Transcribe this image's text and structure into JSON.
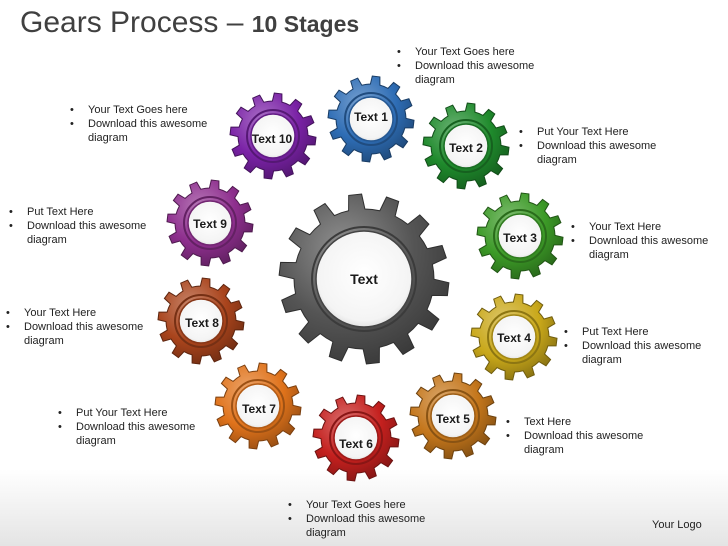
{
  "slide": {
    "title": "Gears Process – ",
    "title_emphasis": "10 Stages",
    "logo": "Your Logo"
  },
  "center_gear": {
    "label": "Text",
    "color": "#555555"
  },
  "gears": [
    {
      "label": "Text 1",
      "color": "#2e6db5"
    },
    {
      "label": "Text 2",
      "color": "#1f8a2c"
    },
    {
      "label": "Text 3",
      "color": "#3c9a27"
    },
    {
      "label": "Text 4",
      "color": "#c9a81a"
    },
    {
      "label": "Text 5",
      "color": "#c4761b"
    },
    {
      "label": "Text 6",
      "color": "#c4201e"
    },
    {
      "label": "Text 7",
      "color": "#e0731b"
    },
    {
      "label": "Text 8",
      "color": "#a9441c"
    },
    {
      "label": "Text 9",
      "color": "#8e2f8e"
    },
    {
      "label": "Text 10",
      "color": "#7a22a6"
    }
  ],
  "callouts": [
    {
      "items": [
        "Your Text Goes here",
        "Download this awesome diagram"
      ]
    },
    {
      "items": [
        "Put Your Text Here",
        "Download this awesome diagram"
      ]
    },
    {
      "items": [
        "Your Text Here",
        "Download this awesome diagram"
      ]
    },
    {
      "items": [
        "Put Text Here",
        "Download this awesome diagram"
      ]
    },
    {
      "items": [
        "Text Here",
        "Download this awesome diagram"
      ]
    },
    {
      "items": [
        "Your Text Goes here",
        "Download this awesome diagram"
      ]
    },
    {
      "items": [
        "Put Your Text Here",
        "Download this awesome diagram"
      ]
    },
    {
      "items": [
        "Your Text Here",
        "Download this awesome diagram"
      ]
    },
    {
      "items": [
        "Put Text Here",
        "Download this awesome diagram"
      ]
    },
    {
      "items": [
        "Your Text Goes here",
        "Download this awesome diagram"
      ]
    }
  ]
}
